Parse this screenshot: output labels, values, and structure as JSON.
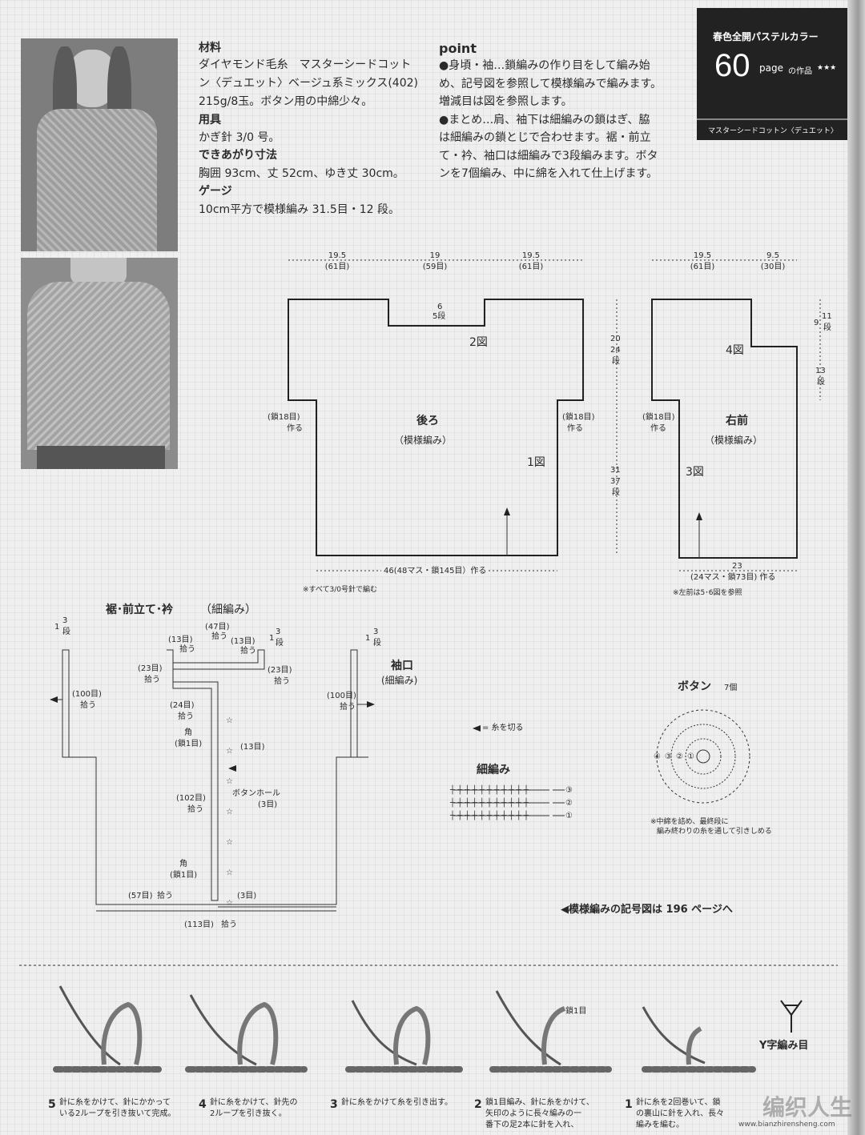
{
  "header": {
    "series": "春色全開パステルカラー",
    "page_number": "60",
    "page_suffix": "page",
    "work_label": "の作品",
    "stars": "★★★",
    "yarn_name": "マスターシードコットン〈デュエット〉"
  },
  "specs": {
    "materials_heading": "材料",
    "materials_lines": [
      "ダイヤモンド毛糸　マスターシードコット",
      "ン〈デュエット〉ベージュ系ミックス(402)",
      "215g/8玉。ボタン用の中綿少々。"
    ],
    "tools_heading": "用具",
    "tools_line": "かぎ針 3/0 号。",
    "size_heading": "できあがり寸法",
    "size_line": "胸囲 93cm、丈 52cm、ゆき丈 30cm。",
    "gauge_heading": "ゲージ",
    "gauge_line": "10cm平方で模様編み 31.5目・12 段。"
  },
  "point": {
    "heading": "point",
    "lines": [
      "●身頃・袖…鎖編みの作り目をして編み始",
      "め、記号図を参照して模様編みで編みます。",
      "増減目は図を参照します。",
      "●まとめ…肩、袖下は細編みの鎖はぎ、脇",
      "は細編みの鎖とじで合わせます。裾・前立",
      "て・衿、袖口は細編みで3段編みます。ボタ",
      "ンを7個編み、中に綿を入れて仕上げます。"
    ]
  },
  "back_diagram": {
    "top_dims": [
      {
        "v": "19.5",
        "s": "(61目)"
      },
      {
        "v": "19",
        "s": "(59目)"
      },
      {
        "v": "19.5",
        "s": "(61目)"
      }
    ],
    "neck": {
      "v": "6",
      "s": "5段"
    },
    "label_fig2": "2図",
    "label_back": "後ろ",
    "label_pattern": "（模様編み）",
    "label_fig1": "1図",
    "chain_left": "(鎖18目)",
    "chain_right": "(鎖18目)",
    "make": "作る",
    "right_dim_top": {
      "v": "20",
      "a": "24",
      "b": "段"
    },
    "right_dim_bottom": {
      "v": "31",
      "a": "37",
      "b": "段"
    },
    "bottom": "46(48マス・鎖145目）作る",
    "note": "※すべて3/0号針で編む"
  },
  "front_diagram": {
    "top_dims": [
      {
        "v": "19.5",
        "s": "(61目)"
      },
      {
        "v": "9.5",
        "s": "(30目)"
      }
    ],
    "label_fig4": "4図",
    "label_front": "右前",
    "label_pattern": "（模様編み）",
    "label_fig3": "3図",
    "chain_left": "(鎖18目)",
    "make": "作る",
    "side_top": {
      "v": "9",
      "a": "11",
      "b": "段"
    },
    "side_bottom": {
      "a": "13",
      "b": "段"
    },
    "bottom_v": "23",
    "bottom_s": "(24マス・鎖73目) 作る",
    "note": "※左前は5･6図を参照"
  },
  "border": {
    "title": "裾･前立て･衿",
    "title_sub": "（細編み）",
    "rows_a": {
      "v": "1",
      "a": "3",
      "b": "段"
    },
    "rows_b": {
      "v": "1",
      "a": "3",
      "b": "段"
    },
    "pick_47": "(47目)",
    "pick_13a": "(13目)",
    "pick_13b": "(13目)",
    "pick_23a": "(23目)",
    "pick_23b": "(23目)",
    "pick_100": "(100目)",
    "pick_24": "(24目)",
    "corner": "角",
    "corner_sub": "(鎖1目)",
    "pick_13c": "(13目)",
    "buttonhole": "ボタンホール",
    "buttonhole_sub": "(3目)",
    "pick_102": "(102目)",
    "pick_57": "(57目)",
    "pick_3": "(3目)",
    "pick_113": "(113目)",
    "hiro": "拾う"
  },
  "cuff": {
    "title": "袖口",
    "title_sub": "(細編み)",
    "rows": {
      "v": "1",
      "a": "3",
      "b": "段"
    },
    "pick_100": "(100目)",
    "hiro": "拾う"
  },
  "cut_note": "= 糸を切る",
  "sc_chart": {
    "title": "細編み",
    "rows": [
      "③",
      "②",
      "①"
    ]
  },
  "button": {
    "title": "ボタン",
    "count": "7個",
    "rows": [
      "④",
      "③",
      "②",
      "①"
    ],
    "note_1": "※中綿を詰め、最終段に",
    "note_2": "編み終わりの糸を通して引きしめる"
  },
  "ref_note": "◀模様編みの記号図は 196 ページへ",
  "y_stitch": "Y字編み目",
  "steps": [
    {
      "n": "5",
      "l1": "針に糸をかけて、針にかかって",
      "l2": "いる2ループを引き抜いて完成。"
    },
    {
      "n": "4",
      "l1": "針に糸をかけて、針先の",
      "l2": "2ループを引き抜く。"
    },
    {
      "n": "3",
      "l1": "針に糸をかけて糸を引き出す。",
      "l2": ""
    },
    {
      "n": "2",
      "l1": "鎖1目編み、針に糸をかけて、",
      "l2": "矢印のように長々編みの一",
      "l3": "番下の足2本に針を入れ、"
    },
    {
      "n": "1",
      "l1": "針に糸を2回巻いて、鎖",
      "l2": "の裏山に針を入れ、長々",
      "l3": "編みを編む。"
    }
  ],
  "step2_label": "鎖1目",
  "watermark": "编织人生",
  "watermark_url": "www.bianzhirensheng.com"
}
